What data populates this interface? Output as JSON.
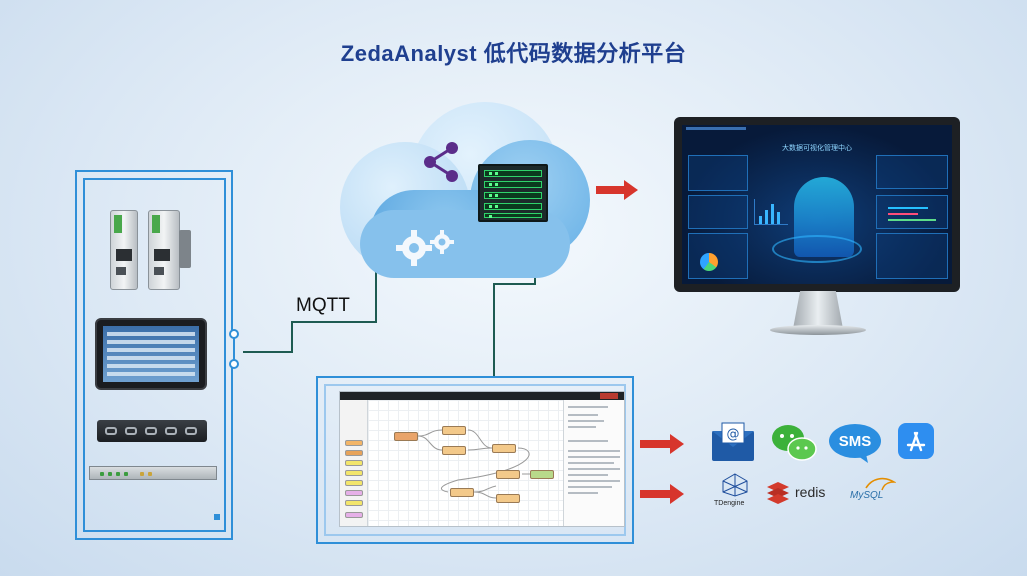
{
  "title": "ZedaAnalyst 低代码数据分析平台",
  "mqtt_label": "MQTT",
  "dashboard": {
    "title": "大数据可视化管理中心"
  },
  "outputs": {
    "email_icon": "email-icon",
    "wechat_icon": "wechat-icon",
    "sms_label": "SMS",
    "appstore_icon": "app-store-icon",
    "tdengine_label": "TDengine",
    "redis_label": "redis",
    "mysql_label": "MySQL"
  },
  "colors": {
    "title": "#1f3f8f",
    "accent_blue": "#2f8fd8",
    "connector_green": "#1e5b52",
    "arrow_red": "#d7352c",
    "cloud_light": "#cfe6f8",
    "cloud_mid": "#8fc5ec",
    "cloud_dark": "#5aa6e0"
  }
}
